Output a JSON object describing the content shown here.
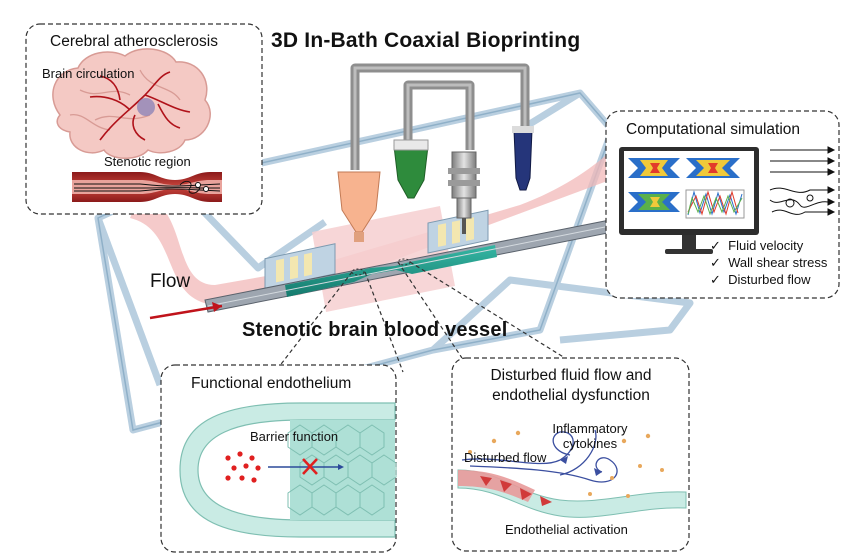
{
  "main_title": "3D In-Bath Coaxial Bioprinting",
  "vessel_label": "Stenotic brain blood vessel",
  "flow_label": "Flow",
  "panels": {
    "cerebral": {
      "title": "Cerebral atherosclerosis",
      "brain_label": "Brain circulation",
      "stenosis_label": "Stenotic region"
    },
    "simulation": {
      "title": "Computational simulation",
      "checks": [
        "Fluid velocity",
        "Wall shear stress",
        "Disturbed flow"
      ],
      "check_mark": "✓"
    },
    "endothelium": {
      "title": "Functional endothelium",
      "barrier_label": "Barrier function"
    },
    "disturbed": {
      "title_line1": "Disturbed fluid flow and",
      "title_line2": "endothelial dysfunction",
      "cytokines_line1": "Inflammatory",
      "cytokines_line2": "cytokines",
      "flow_label": "Disturbed flow",
      "activation_label": "Endothelial activation"
    }
  },
  "colors": {
    "vessel_teal": "#1e9a8a",
    "flow_pink": "#f2b8b8",
    "frame_blue": "#b9cfe0",
    "nozzle_gray": "#8e8e8e",
    "dash_border": "#333333",
    "barrier_red": "#e02020"
  }
}
